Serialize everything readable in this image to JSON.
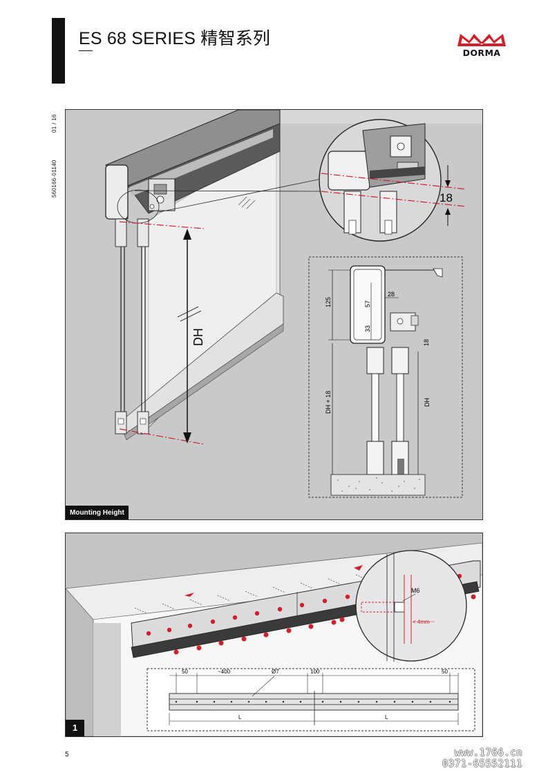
{
  "header": {
    "title": "ES 68 SERIES 精智系列",
    "logo_text": "DORMA"
  },
  "sidebar": {
    "doc_number": "560166-01140",
    "page_code": "01 / 16"
  },
  "figure_top": {
    "caption": "Mounting Height",
    "dh_label": "DH",
    "detail_dim": "18",
    "section_dims": {
      "d125": "125",
      "d57": "57",
      "d28": "28",
      "d33": "33",
      "d18": "18",
      "dh18": "DH + 18",
      "dh": "DH"
    }
  },
  "figure_bottom": {
    "number": "1",
    "bolt_label": "M6",
    "gap_label": "< 4mm",
    "dims": {
      "d50_left": "50",
      "d400": "~400",
      "d7": "Ø7",
      "d100": "100",
      "d50_right": "50",
      "L_left": "L",
      "L_right": "L"
    }
  },
  "footer": {
    "page_number": "5",
    "watermark_line1": "www.1766.cn",
    "watermark_line2": "0371-65552111"
  },
  "colors": {
    "accent": "#d0202a",
    "background_panel": "#c9c9cb",
    "ink": "#111111"
  }
}
